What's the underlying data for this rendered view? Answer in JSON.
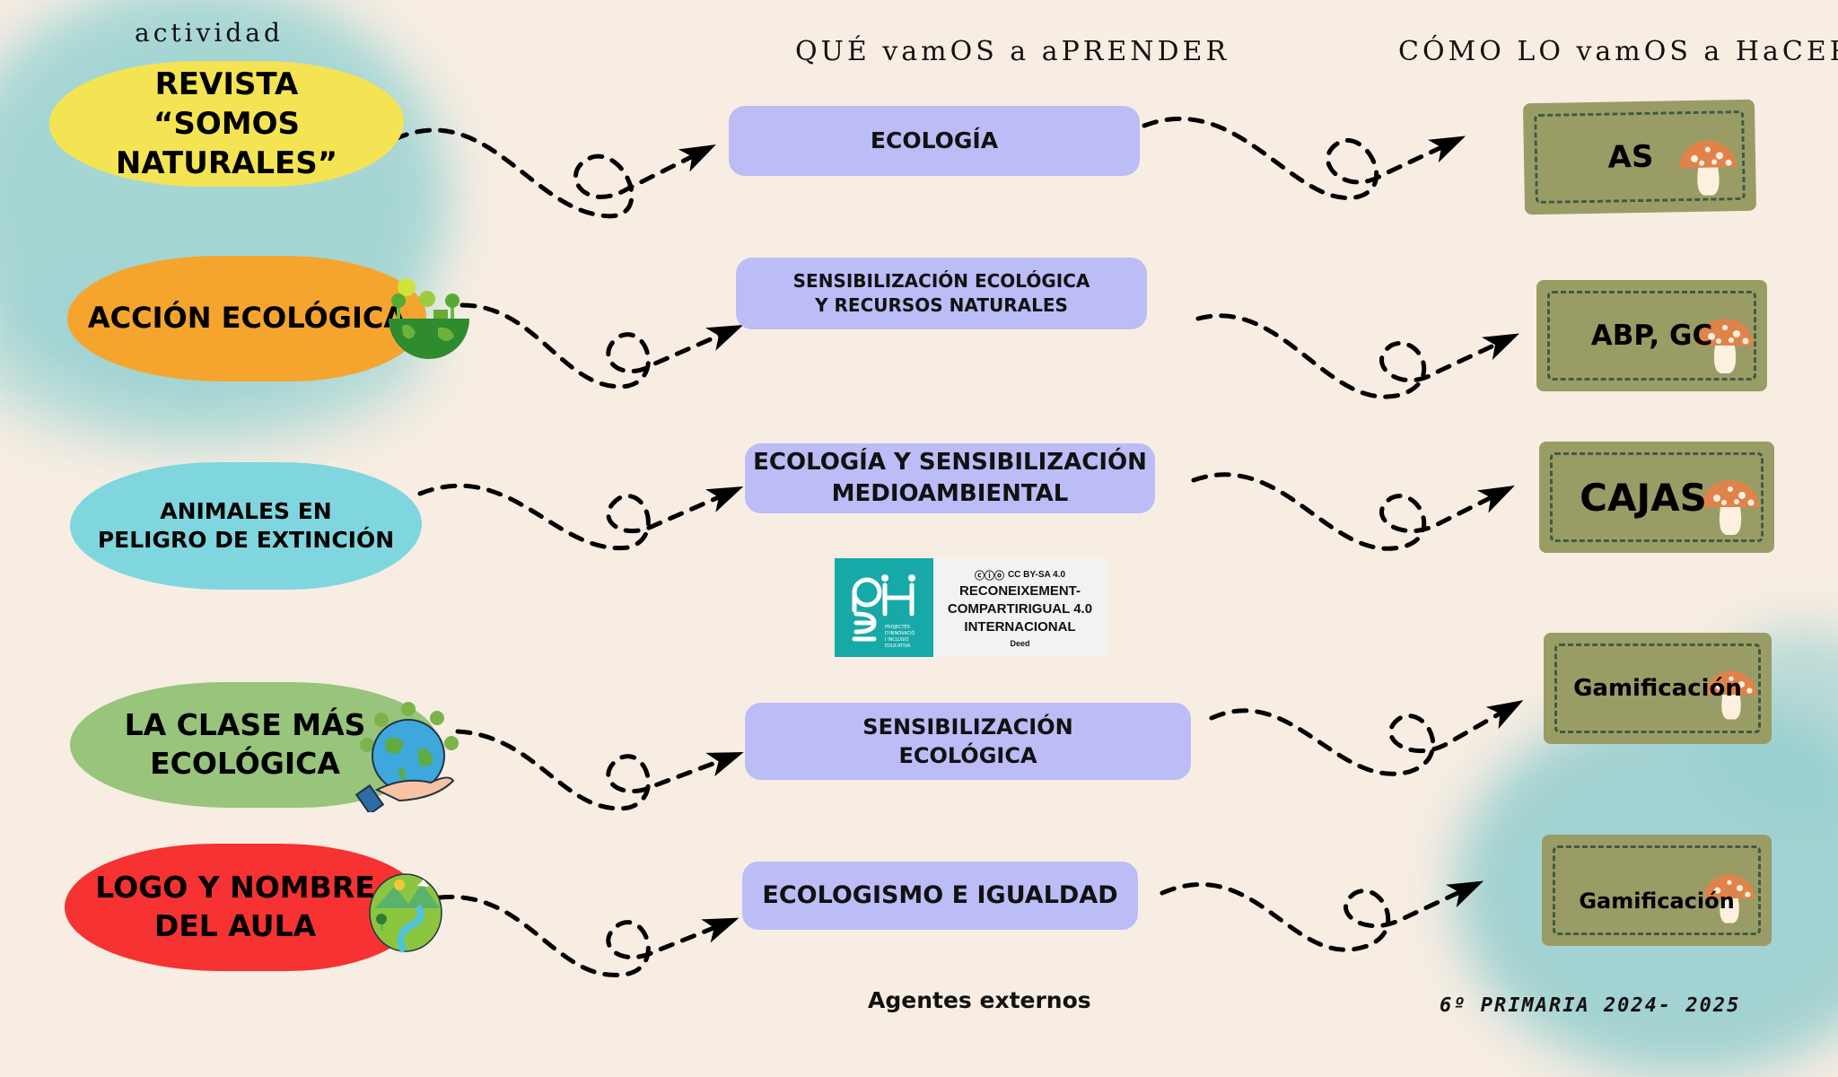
{
  "headers": {
    "activity": "actividad",
    "learn": "QUÉ vamOS a aPRENDER",
    "how": "CÓMO LO vamOS a HaCER"
  },
  "activities": [
    {
      "label": "REVISTA\n“SOMOS NATURALES”",
      "color": "#f4e453",
      "icon": ""
    },
    {
      "label": "ACCIÓN ECOLÓGICA",
      "color": "#f5a42e",
      "icon": "eco-earth-icon"
    },
    {
      "label": "ANIMALES EN\nPELIGRO DE EXTINCIÓN",
      "color": "#7fd6df",
      "icon": ""
    },
    {
      "label": "LA CLASE MÁS\nECOLÓGICA",
      "color": "#98c47c",
      "icon": "globe-in-hand-icon"
    },
    {
      "label": "LOGO Y NOMBRE\nDEL AULA",
      "color": "#f63232",
      "icon": "landscape-icon"
    }
  ],
  "learn": [
    {
      "label": "ECOLOGÍA"
    },
    {
      "label": "SENSIBILIZACIÓN ECOLÓGICA\nY RECURSOS NATURALES"
    },
    {
      "label": "ECOLOGÍA Y SENSIBILIZACIÓN\nMEDIOAMBIENTAL"
    },
    {
      "label": "SENSIBILIZACIÓN\nECOLÓGICA"
    },
    {
      "label": "ECOLOGISMO E IGUALDAD"
    }
  ],
  "how": [
    {
      "label": "AS"
    },
    {
      "label": "ABP, GC"
    },
    {
      "label": "CAJAS"
    },
    {
      "label": "Gamificación"
    },
    {
      "label": "Gamificación"
    }
  ],
  "license": {
    "cc_line": "CC BY-SA 4.0",
    "title_line1": "RECONEIXEMENT-",
    "title_line2": "COMPARTIRIGUAL 4.0",
    "title_line3": "INTERNACIONAL",
    "deed": "Deed",
    "logo_text": "PROJECTES D'INNOVACIÓ I INCLUSIÓ EDUCATIVA"
  },
  "agentes": "Agentes externos",
  "footer": "6º PRIMARIA 2024- 2025",
  "colors": {
    "background": "#f7ede2",
    "wash": "#7cc6c9",
    "learn_box": "#bcbcf7",
    "how_box": "#9a9c66",
    "mushroom_cap": "#e0834b",
    "mushroom_stem": "#fdf0df"
  }
}
